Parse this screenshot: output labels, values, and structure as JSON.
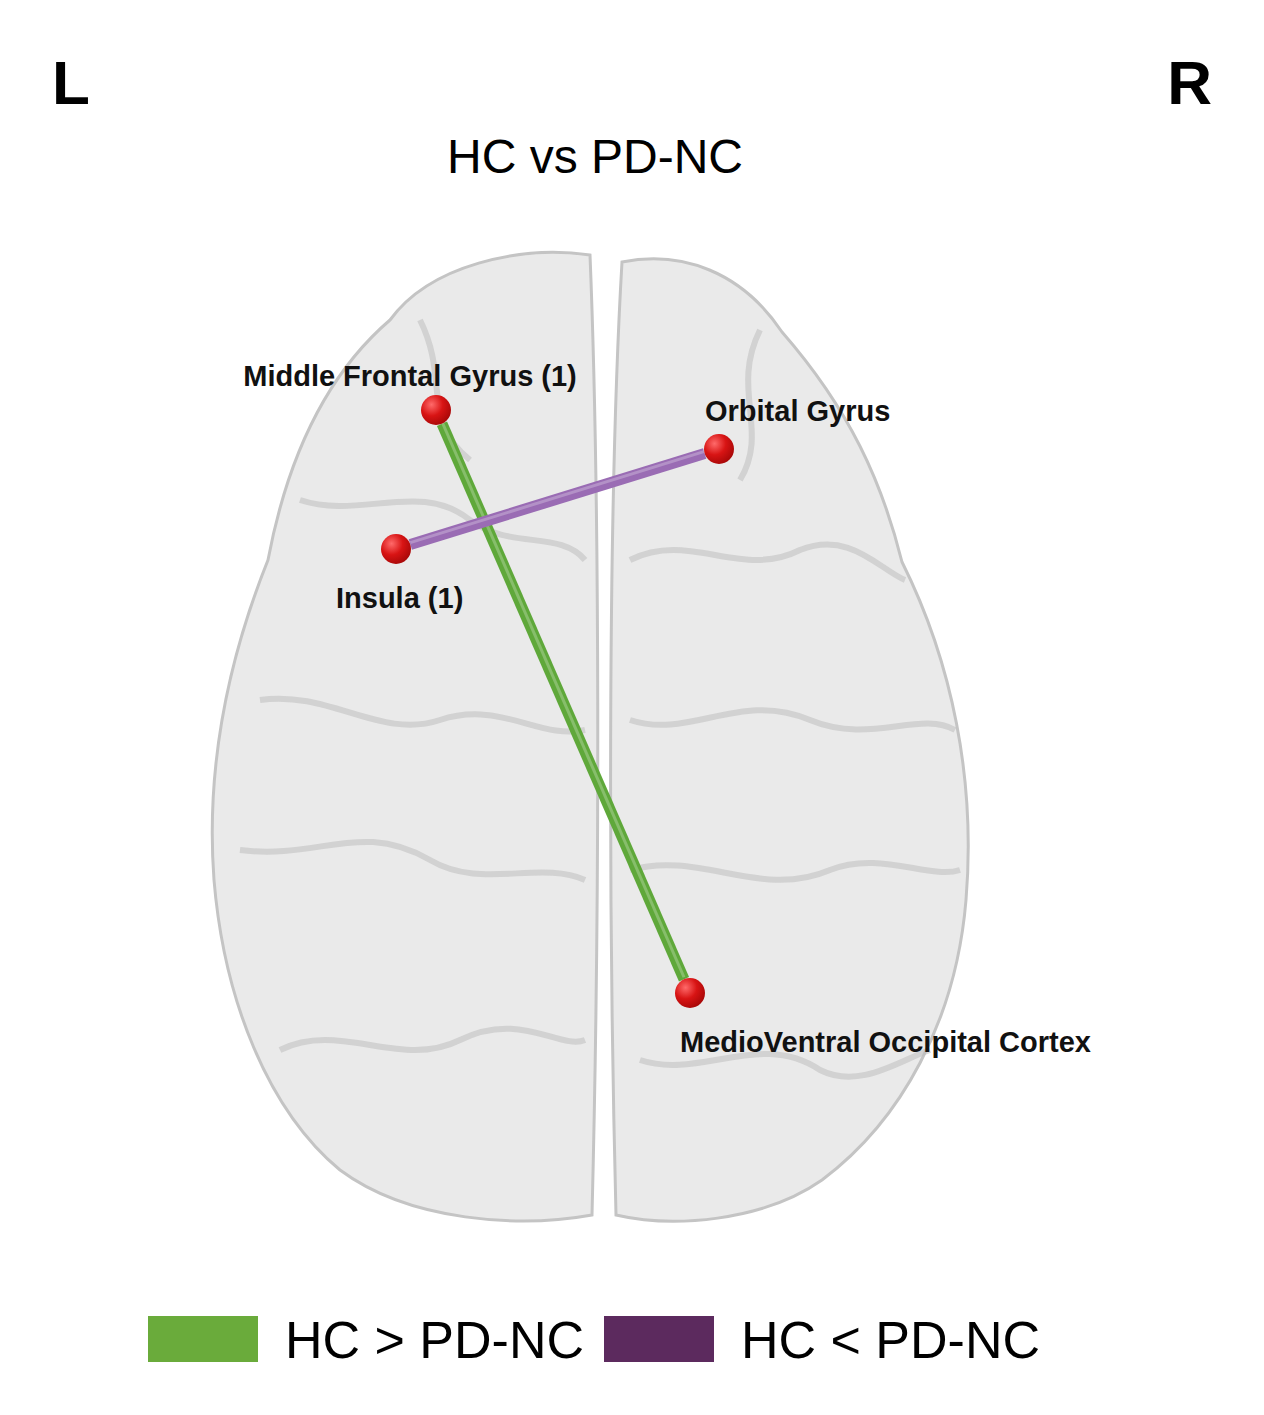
{
  "diagram": {
    "title": "HC vs PD-NC",
    "nodes": [
      {
        "text": [
          "Middle Frontal Gyrus (1)"
        ]
      },
      {
        "text": [
          "Orbital Gyrus"
        ]
      },
      {
        "text": [
          "Insula (1)"
        ]
      },
      {
        "text": [
          "MedioVentral Occipital Cortex"
        ]
      }
    ],
    "edges": [
      {
        "from": 0,
        "to": 3,
        "arrow": "none"
      },
      {
        "from": 2,
        "to": 1,
        "arrow": "none"
      }
    ],
    "labels": [
      "L",
      "R"
    ],
    "legend": [
      {
        "text": "HC > PD-NC",
        "color": "#6aab3b"
      },
      {
        "text": "HC < PD-NC",
        "color": "#5c2a5e"
      }
    ]
  }
}
